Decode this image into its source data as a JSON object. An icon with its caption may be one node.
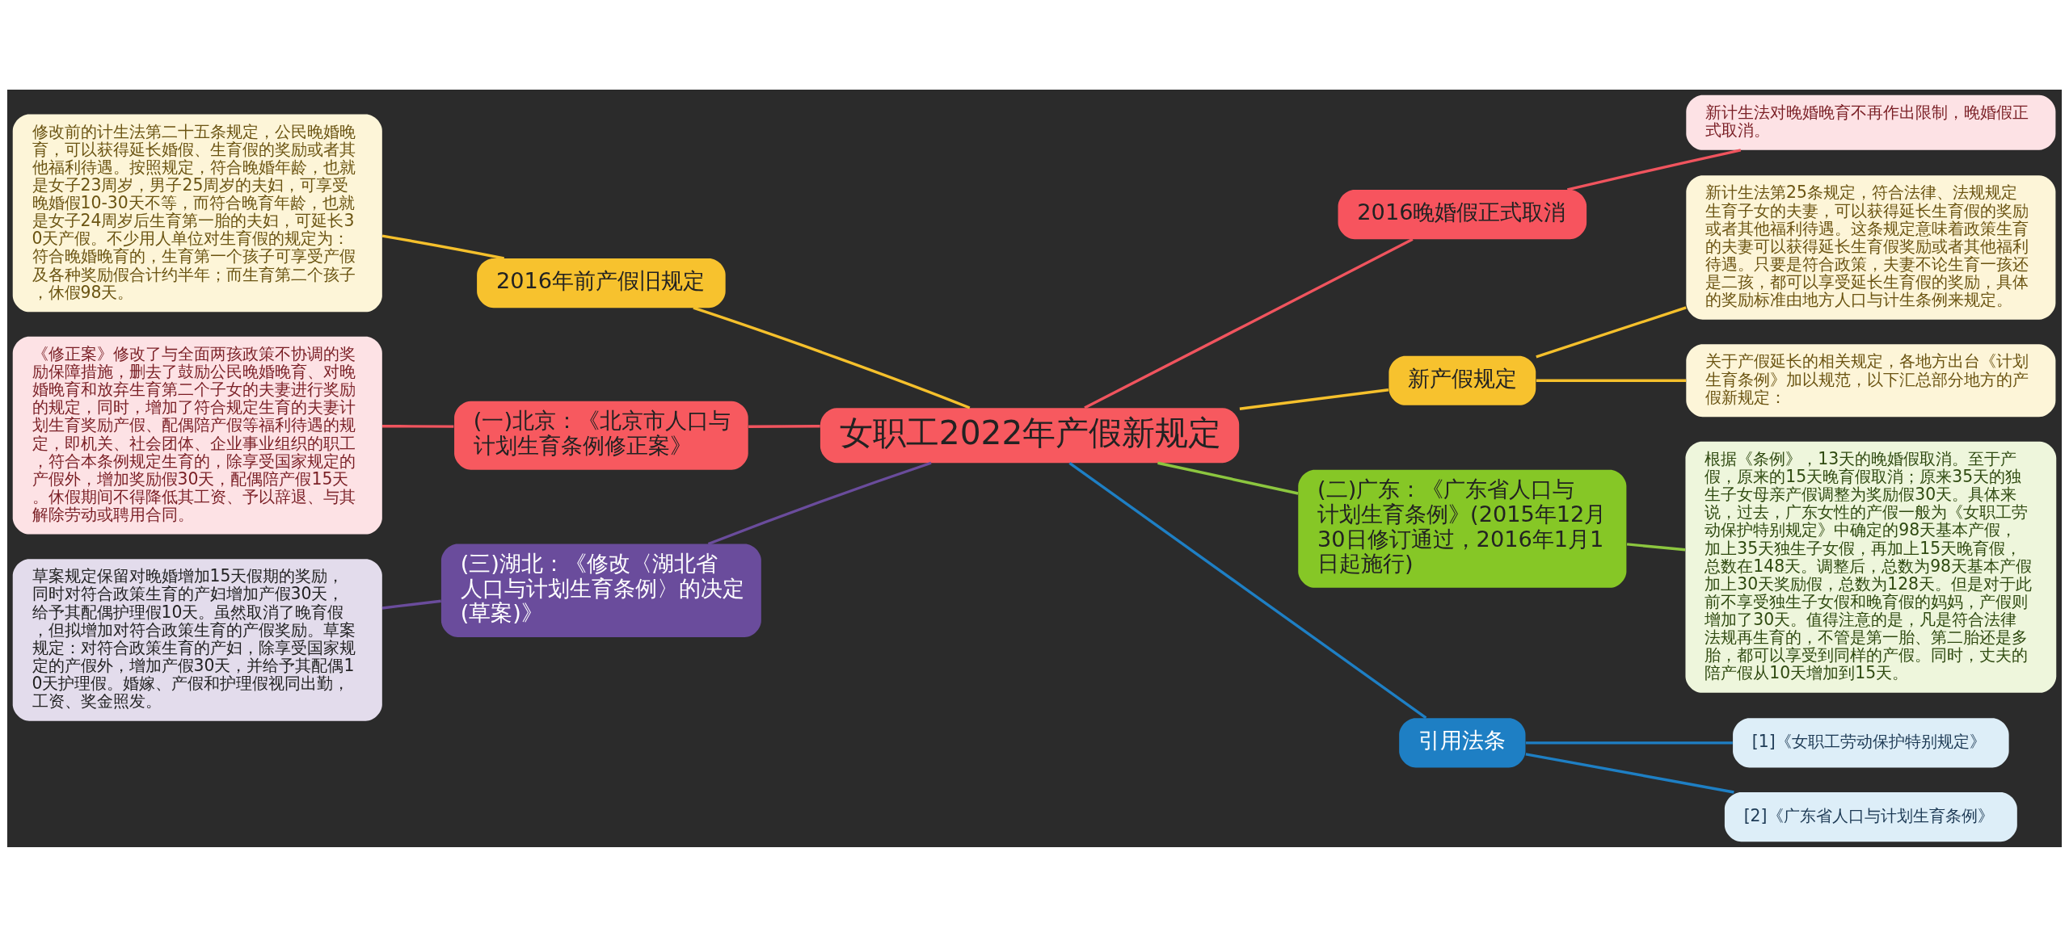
{
  "diagram": {
    "nodes": [
      {
        "text": [
          "女职工2022年产假新规定"
        ]
      },
      {
        "text": [
          "2016晚婚假正式取消"
        ]
      },
      {
        "text": [
          "新计生法对晚婚晚育不再作出限制，晚婚假正式取消。"
        ]
      },
      {
        "text": [
          "2016年前产假旧规定"
        ]
      },
      {
        "text": [
          "修改前的计生法第二十五条规定，公民晚婚晚育，可以获得延长婚假、生育假的奖励或者其他福利待遇。按照规定，符合晚婚年龄，也就是女子23周岁，男子25周岁的夫妇，可享受晚婚假10-30天不等，而符合晚育年龄，也就是女子24周岁后生育第一胎的夫妇，可延长30天产假。不少用人单位对生育假的规定为：符合晚婚晚育的，生育第一个孩子可享受产假及各种奖励假合计约半年；而生育第二个孩子，休假98天。"
        ]
      },
      {
        "text": [
          "新产假规定"
        ]
      },
      {
        "text": [
          "新计生法第25条规定，符合法律、法规规定生育子女的夫妻，可以获得延长生育假的奖励或者其他福利待遇。这条规定意味着政策生育的夫妻可以获得延长生育假奖励或者其他福利待遇。只要是符合政策，夫妻不论生育一孩还是二孩，都可以享受延长生育假的奖励，具体的奖励标准由地方人口与计生条例来规定。"
        ]
      },
      {
        "text": [
          "关于产假延长的相关规定，各地方出台《计划生育条例》加以规范，以下汇总部分地方的产假新规定："
        ]
      },
      {
        "text": [
          "(一)北京：《北京市人口与计划生育条例修正案》"
        ]
      },
      {
        "text": [
          "《修正案》修改了与全面两孩政策不协调的奖励保障措施，删去了鼓励公民晚婚晚育、对晚婚晚育和放弃生育第二个子女的夫妻进行奖励的规定，同时，增加了符合规定生育的夫妻计划生育奖励产假、配偶陪产假等福利待遇的规定，即机关、社会团体、企业事业组织的职工，符合本条例规定生育的，除享受国家规定的产假外，增加奖励假30天，配偶陪产假15天。休假期间不得降低其工资、予以辞退、与其解除劳动或聘用合同。"
        ]
      },
      {
        "text": [
          "(二)广东：《广东省人口与计划生育条例》(2015年12月30日修订通过，2016年1月1日起施行)"
        ]
      },
      {
        "text": [
          "根据《条例》，13天的晚婚假取消。至于产假，原来的15天晚育假取消；原来35天的独生子女母亲产假调整为奖励假30天。具体来说，过去，广东女性的产假一般为《女职工劳动保护特别规定》中确定的98天基本产假，加上35天独生子女假，再加上15天晚育假，总数在148天。调整后，总数为98天基本产假加上30天奖励假，总数为128天。但是对于此前不享受独生子女假和晚育假的妈妈，产假则增加了30天。值得注意的是，凡是符合法律法规再生育的，不管是第一胎、第二胎还是多胎，都可以享受到同样的产假。同时，丈夫的陪产假从10天增加到15天。"
        ]
      },
      {
        "text": [
          "(三)湖北：《修改〈湖北省人口与计划生育条例〉的决定(草案)》"
        ]
      },
      {
        "text": [
          "草案规定保留对晚婚增加15天假期的奖励，同时对符合政策生育的产妇增加产假30天，给予其配偶护理假10天。虽然取消了晚育假，但拟增加对符合政策生育的产假奖励。草案规定：对符合政策生育的产妇，除享受国家规定的产假外，增加产假30天，并给予其配偶10天护理假。婚嫁、产假和护理假视同出勤，工资、奖金照发。"
        ]
      },
      {
        "text": [
          "引用法条"
        ]
      },
      {
        "text": [
          "[1]《女职工劳动保护特别规定》"
        ]
      },
      {
        "text": [
          "[2]《广东省人口与计划生育条例》"
        ]
      }
    ],
    "edges": [
      {
        "from": 0,
        "to": 1,
        "arrow": "none",
        "color": "#f0545e"
      },
      {
        "from": 1,
        "to": 2,
        "arrow": "none",
        "color": "#f0545e"
      },
      {
        "from": 0,
        "to": 3,
        "arrow": "none",
        "color": "#f5c02c"
      },
      {
        "from": 3,
        "to": 4,
        "arrow": "none",
        "color": "#f5c02c"
      },
      {
        "from": 0,
        "to": 5,
        "arrow": "none",
        "color": "#f5c02c"
      },
      {
        "from": 5,
        "to": 6,
        "arrow": "none",
        "color": "#f5c02c"
      },
      {
        "from": 5,
        "to": 7,
        "arrow": "none",
        "color": "#f5c02c"
      },
      {
        "from": 0,
        "to": 8,
        "arrow": "none",
        "color": "#f0545e"
      },
      {
        "from": 8,
        "to": 9,
        "arrow": "none",
        "color": "#f0545e"
      },
      {
        "from": 0,
        "to": 10,
        "arrow": "none",
        "color": "#8cc63f"
      },
      {
        "from": 10,
        "to": 11,
        "arrow": "none",
        "color": "#8cc63f"
      },
      {
        "from": 0,
        "to": 12,
        "arrow": "none",
        "color": "#6a4c9c"
      },
      {
        "from": 12,
        "to": 13,
        "arrow": "none",
        "color": "#6a4c9c"
      },
      {
        "from": 0,
        "to": 14,
        "arrow": "none",
        "color": "#1e7fc4"
      },
      {
        "from": 14,
        "to": 15,
        "arrow": "none",
        "color": "#1e7fc4"
      },
      {
        "from": 14,
        "to": 16,
        "arrow": "none",
        "color": "#1e7fc4"
      }
    ]
  }
}
